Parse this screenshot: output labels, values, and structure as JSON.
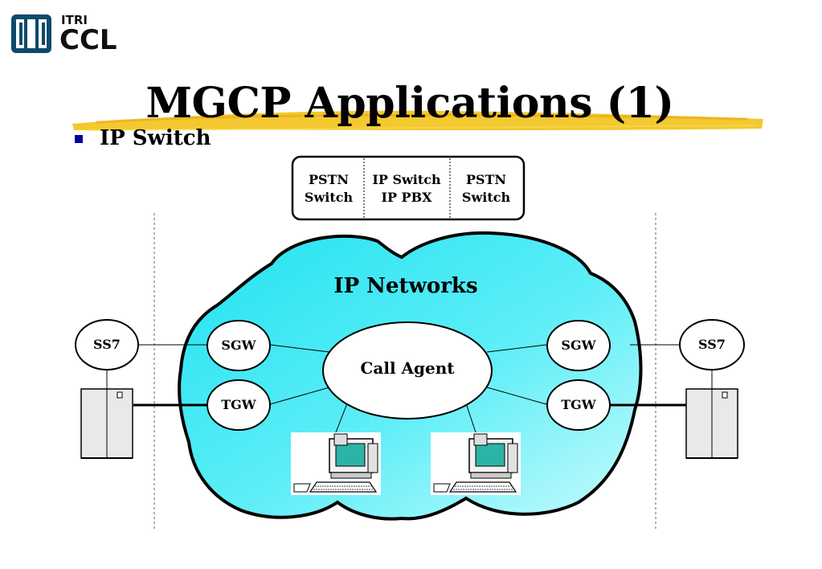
{
  "logo": {
    "line1": "ITRI",
    "line2": "CCL"
  },
  "title": "MGCP Applications (1)",
  "bullet": "IP Switch",
  "legend_box": {
    "cells": [
      {
        "line1": "PSTN",
        "line2": "Switch"
      },
      {
        "line1": "IP Switch",
        "line2": "IP PBX"
      },
      {
        "line1": "PSTN",
        "line2": "Switch"
      }
    ]
  },
  "cloud_label": "IP Networks",
  "nodes": {
    "ss7_left": "SS7",
    "ss7_right": "SS7",
    "sgw_left": "SGW",
    "sgw_right": "SGW",
    "tgw_left": "TGW",
    "tgw_right": "TGW",
    "call_agent": "Call Agent"
  },
  "colors": {
    "cloud_fill": "#2ee6f2",
    "bullet": "#00009c",
    "highlight": "#f2c21a",
    "screen": "#2cb3a8"
  }
}
